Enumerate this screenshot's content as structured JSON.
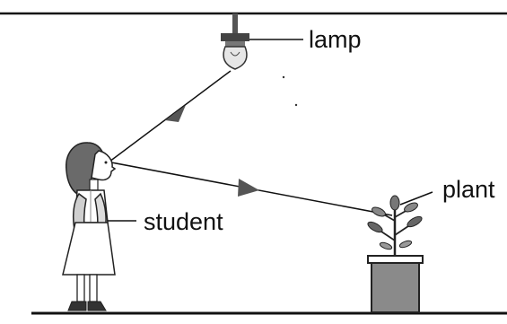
{
  "labels": {
    "lamp": "lamp",
    "plant": "plant",
    "student": "student"
  },
  "colors": {
    "ink": "#111111",
    "shade": "#777777",
    "pot": "#8a8a8a",
    "arrowhead": "#555555",
    "background": "#ffffff"
  }
}
